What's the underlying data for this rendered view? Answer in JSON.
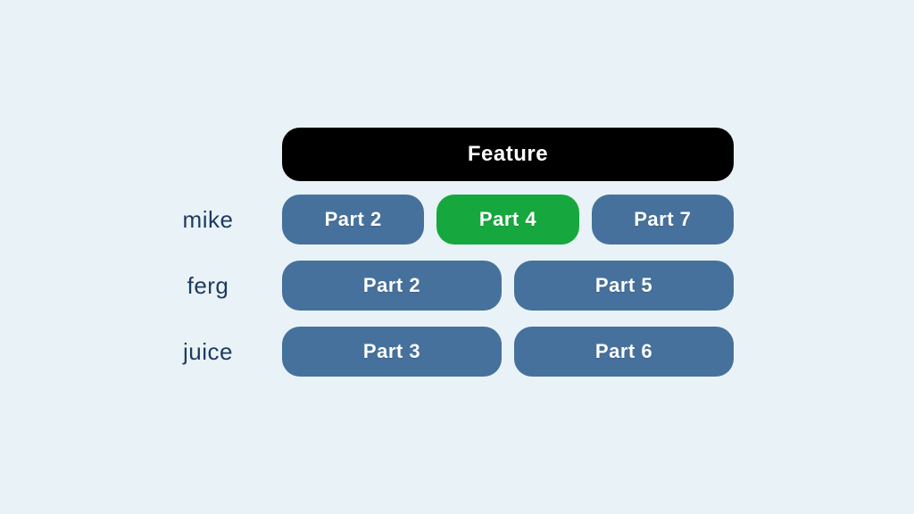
{
  "colors": {
    "background": "#e9f3f7",
    "bar_black": "#000000",
    "pill_blue": "#46719c",
    "pill_green": "#16a83e",
    "pill_text": "#ffffff",
    "label_text": "#1e3a5f"
  },
  "header": {
    "label": "Feature"
  },
  "rows": [
    {
      "label": "mike",
      "pills": [
        {
          "label": "Part 2",
          "color": "blue"
        },
        {
          "label": "Part 4",
          "color": "green"
        },
        {
          "label": "Part 7",
          "color": "blue"
        }
      ]
    },
    {
      "label": "ferg",
      "pills": [
        {
          "label": "Part 2",
          "color": "blue"
        },
        {
          "label": "Part 5",
          "color": "blue"
        }
      ]
    },
    {
      "label": "juice",
      "pills": [
        {
          "label": "Part 3",
          "color": "blue"
        },
        {
          "label": "Part 6",
          "color": "blue"
        }
      ]
    }
  ]
}
